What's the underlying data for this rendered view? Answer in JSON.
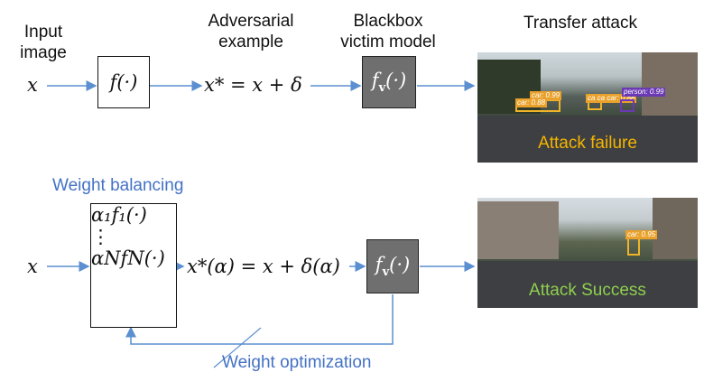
{
  "top": {
    "input_label": "Input\nimage",
    "input_var": "x",
    "surrogate": "f(·)",
    "adv_label": "Adversarial\nexample",
    "adv_expr": "x* = x + δ",
    "victim_label": "Blackbox\nvictim model",
    "victim_fn": "f",
    "victim_sub": "v",
    "victim_arg": "(·)",
    "transfer_label": "Transfer attack",
    "scene_caption": "Attack failure",
    "detections": [
      {
        "label": "car: 0.99"
      },
      {
        "label": "car: 0.88"
      },
      {
        "label": "ca ca car: 0.88"
      },
      {
        "label": "person: 0.99"
      }
    ]
  },
  "bottom": {
    "balancing_label": "Weight balancing",
    "input_var": "x",
    "ensemble_first": "α₁f₁(·)",
    "ensemble_dots": "⋮",
    "ensemble_last": "αNfN(·)",
    "adv_expr": "x*(α) = x + δ(α)",
    "victim_fn": "f",
    "victim_sub": "v",
    "victim_arg": "(·)",
    "optimization_label": "Weight optimization",
    "scene_caption": "Attack Success",
    "detections": [
      {
        "label": "car: 0.95"
      }
    ]
  },
  "colors": {
    "accent_blue": "#4472c4",
    "arrow": "#5b8fd0",
    "failure_text": "#f5b400",
    "success_text": "#8fcf4f",
    "victim_box": "#6f6f6f"
  }
}
